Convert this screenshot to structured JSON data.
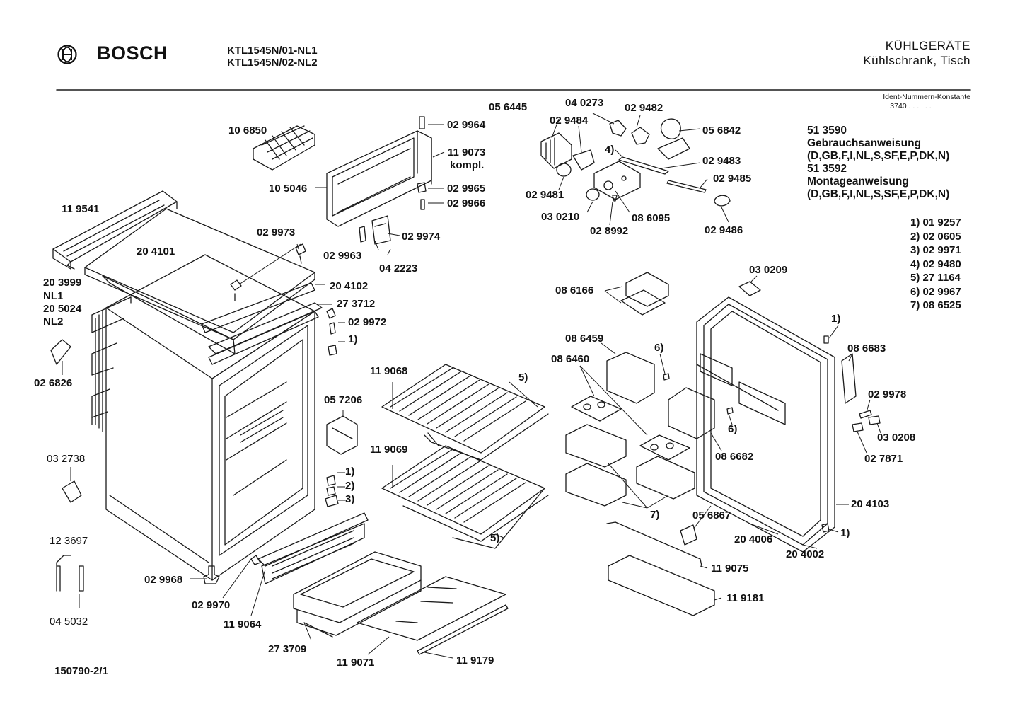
{
  "header": {
    "brand": "BOSCH",
    "models": [
      "KTL1545N/01-NL1",
      "KTL1545N/02-NL2"
    ],
    "category": "KÜHLGERÄTE",
    "subcategory": "Kühlschrank, Tisch",
    "ident_label": "Ident-Nummern-Konstante",
    "ident_value": "3740  . .  . . . ."
  },
  "documents": [
    "51 3590",
    "Gebrauchsanweisung",
    "(D,GB,F,I,NL,S,SF,E,P,DK,N)",
    "51 3592",
    "Montageanweisung",
    "(D,GB,F,I,NL,S,SF,E,P,DK,N)"
  ],
  "footnotes": [
    "1) 01 9257",
    "2) 02 0605",
    "3) 02 9971",
    "4) 02 9480",
    "5) 27 1164",
    "6) 02 9967",
    "7) 08 6525"
  ],
  "footer_code": "150790-2/1",
  "part_labels": [
    {
      "t": "10 6850"
    },
    {
      "t": "02 9964"
    },
    {
      "t": "11 9073"
    },
    {
      "t": "kompl."
    },
    {
      "t": "10 5046"
    },
    {
      "t": "02 9965"
    },
    {
      "t": "02 9966"
    },
    {
      "t": "11 9541"
    },
    {
      "t": "20 4101"
    },
    {
      "t": "02 9973"
    },
    {
      "t": "02 9963"
    },
    {
      "t": "04 2223"
    },
    {
      "t": "02 9974"
    },
    {
      "t": "20 3999"
    },
    {
      "t": "NL1"
    },
    {
      "t": "20 5024"
    },
    {
      "t": "NL2"
    },
    {
      "t": "20 4102"
    },
    {
      "t": "27 3712"
    },
    {
      "t": "02 9972"
    },
    {
      "t": "1)"
    },
    {
      "t": "02 6826"
    },
    {
      "t": "03 2738"
    },
    {
      "t": "12 3697"
    },
    {
      "t": "04 5032"
    },
    {
      "t": "02 9968"
    },
    {
      "t": "02 9970"
    },
    {
      "t": "11 9064"
    },
    {
      "t": "27 3709"
    },
    {
      "t": "11 9071"
    },
    {
      "t": "11 9179"
    },
    {
      "t": "05 7206"
    },
    {
      "t": "1)"
    },
    {
      "t": "2)"
    },
    {
      "t": "3)"
    },
    {
      "t": "11 9068"
    },
    {
      "t": "5)"
    },
    {
      "t": "11 9069"
    },
    {
      "t": "5)"
    },
    {
      "t": "05 6445"
    },
    {
      "t": "04 0273"
    },
    {
      "t": "02 9482"
    },
    {
      "t": "02 9484"
    },
    {
      "t": "05 6842"
    },
    {
      "t": "4)"
    },
    {
      "t": "02 9483"
    },
    {
      "t": "02 9485"
    },
    {
      "t": "02 9481"
    },
    {
      "t": "03 0210"
    },
    {
      "t": "08 6095"
    },
    {
      "t": "02 8992"
    },
    {
      "t": "02 9486"
    },
    {
      "t": "08 6166"
    },
    {
      "t": "03 0209"
    },
    {
      "t": "1)"
    },
    {
      "t": "08 6459"
    },
    {
      "t": "6)"
    },
    {
      "t": "08 6460"
    },
    {
      "t": "08 6683"
    },
    {
      "t": "02 9978"
    },
    {
      "t": "6)"
    },
    {
      "t": "03 0208"
    },
    {
      "t": "08 6682"
    },
    {
      "t": "02 7871"
    },
    {
      "t": "7)"
    },
    {
      "t": "05 6867"
    },
    {
      "t": "20 4103"
    },
    {
      "t": "20 4006"
    },
    {
      "t": "20 4002"
    },
    {
      "t": "1)"
    },
    {
      "t": "11 9075"
    },
    {
      "t": "11 9181"
    }
  ]
}
